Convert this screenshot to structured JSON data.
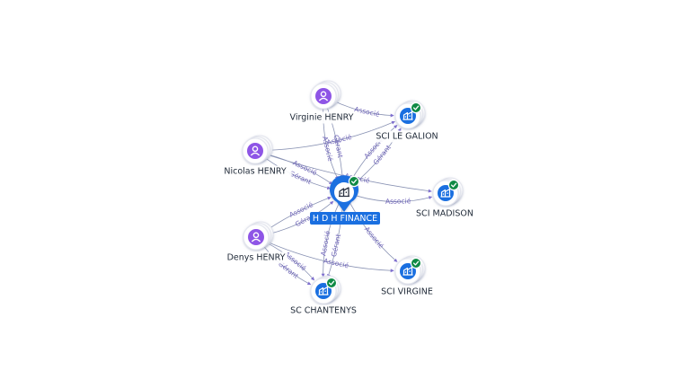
{
  "center": {
    "id": "hdh",
    "label": "H D H FINANCE",
    "type": "company",
    "verified": true
  },
  "nodes": [
    {
      "id": "virginie",
      "label": "Virginie HENRY",
      "type": "person"
    },
    {
      "id": "nicolas",
      "label": "Nicolas HENRY",
      "type": "person"
    },
    {
      "id": "denys",
      "label": "Denys HENRY",
      "type": "person"
    },
    {
      "id": "galion",
      "label": "SCI LE GALION",
      "type": "company",
      "verified": true
    },
    {
      "id": "madison",
      "label": "SCI MADISON",
      "type": "company",
      "verified": true
    },
    {
      "id": "virgine",
      "label": "SCI VIRGINE",
      "type": "company",
      "verified": true
    },
    {
      "id": "chantenys",
      "label": "SC CHANTENYS",
      "type": "company",
      "verified": true
    }
  ],
  "edge_labels": {
    "associe": "Associé",
    "gerant": "Gérant"
  },
  "edges": [
    {
      "from": "virginie",
      "to": "galion",
      "label": "Associé"
    },
    {
      "from": "virginie",
      "to": "hdh",
      "label": "Associé"
    },
    {
      "from": "virginie",
      "to": "hdh",
      "label": "Gérant"
    },
    {
      "from": "nicolas",
      "to": "hdh",
      "label": "Gérant"
    },
    {
      "from": "nicolas",
      "to": "hdh",
      "label": "Associé"
    },
    {
      "from": "nicolas",
      "to": "galion",
      "label": "Associé"
    },
    {
      "from": "nicolas",
      "to": "madison",
      "label": "Associé"
    },
    {
      "from": "denys",
      "to": "hdh",
      "label": "Gérant"
    },
    {
      "from": "denys",
      "to": "hdh",
      "label": "Associé"
    },
    {
      "from": "denys",
      "to": "chantenys",
      "label": "Gérant"
    },
    {
      "from": "denys",
      "to": "chantenys",
      "label": "Associé"
    },
    {
      "from": "denys",
      "to": "virgine",
      "label": "Associé"
    },
    {
      "from": "hdh",
      "to": "galion",
      "label": "Gérant"
    },
    {
      "from": "hdh",
      "to": "galion",
      "label": "Associé"
    },
    {
      "from": "hdh",
      "to": "madison",
      "label": "Associé"
    },
    {
      "from": "hdh",
      "to": "virgine",
      "label": "Associé"
    },
    {
      "from": "hdh",
      "to": "chantenys",
      "label": "Associé"
    },
    {
      "from": "hdh",
      "to": "chantenys",
      "label": "Gérant"
    }
  ],
  "colors": {
    "edge": "#8a93b4",
    "edge_label": "#6f64b8",
    "person_icon": "#8e55e6",
    "company_icon": "#1a6fe0",
    "verified_badge": "#0f8a45",
    "center_pin": "#1a6fe0",
    "node_ring": "#e4e6ee"
  }
}
